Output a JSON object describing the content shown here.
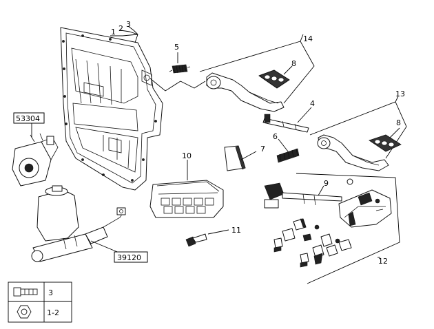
{
  "callouts": {
    "c1": "1",
    "c2": "2",
    "c3": "3",
    "c4": "4",
    "c5": "5",
    "c6": "6",
    "c7": "7",
    "c8a": "8",
    "c8b": "8",
    "c9": "9",
    "c10": "10",
    "c11": "11",
    "c12": "12",
    "c13": "13",
    "c14": "14"
  },
  "ref_boxes": {
    "ref_53304": "53304",
    "ref_39120": "39120"
  },
  "legend": {
    "bolt_label": "3",
    "nut_label": "1-2"
  }
}
